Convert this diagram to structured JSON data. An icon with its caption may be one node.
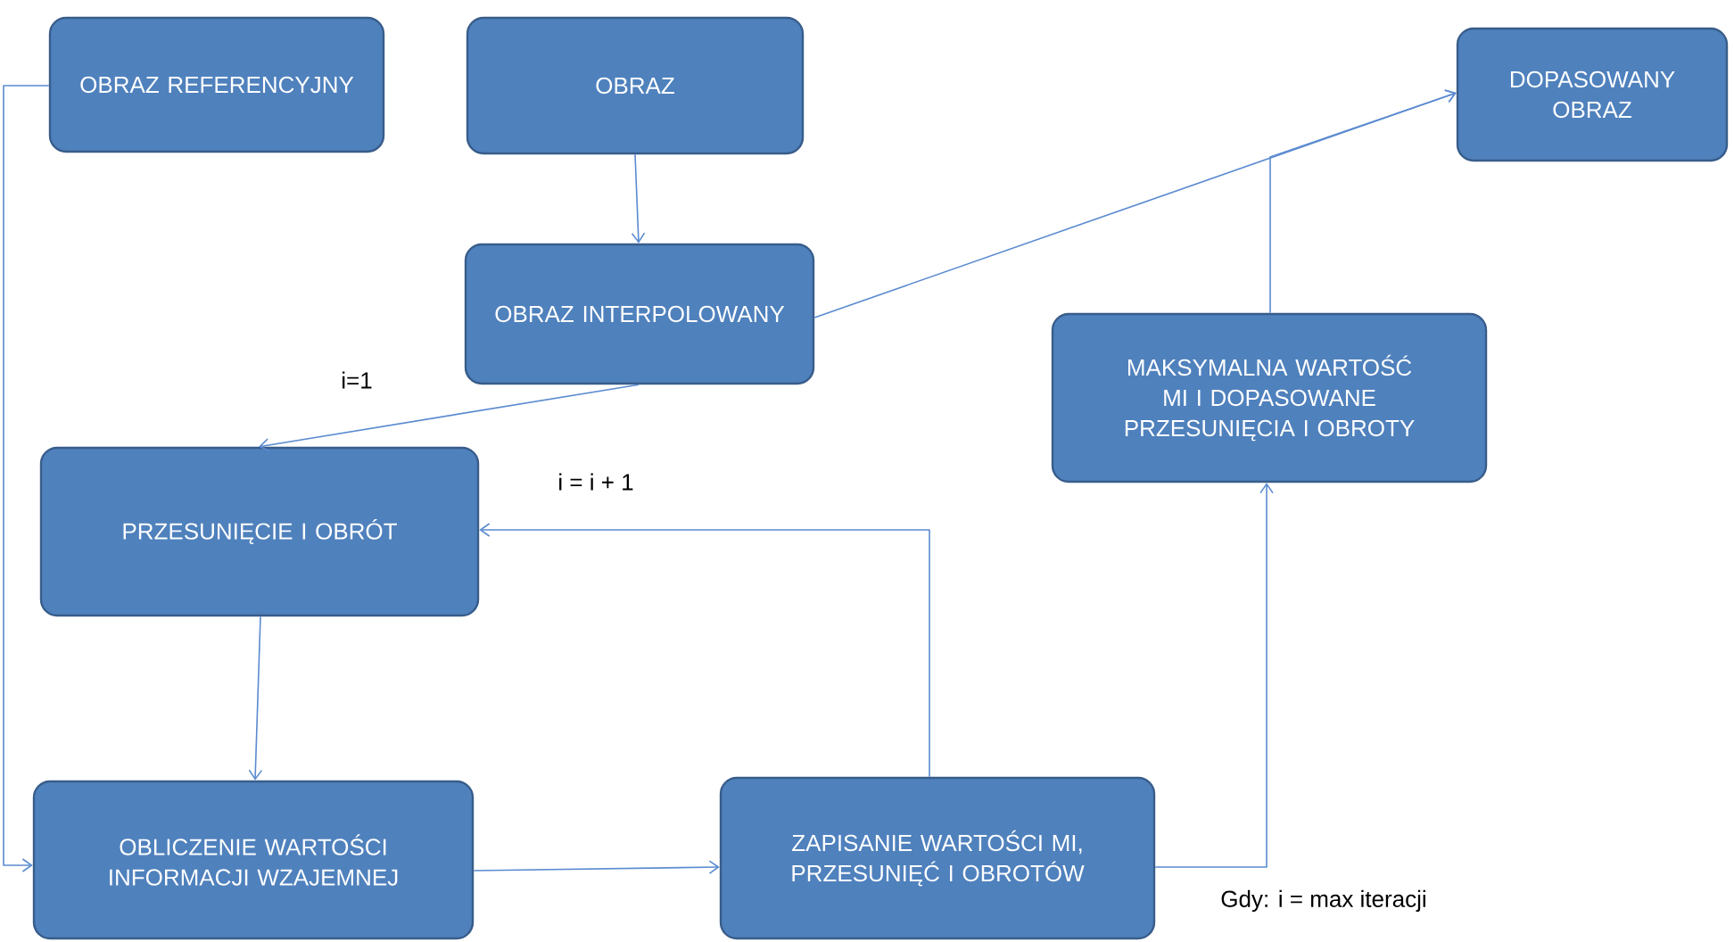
{
  "diagram": {
    "nodes": [
      {
        "text": [
          "OBRAZ REFERENCYJNY"
        ]
      },
      {
        "text": [
          "OBRAZ"
        ]
      },
      {
        "text": [
          "OBRAZ INTERPOLOWANY"
        ]
      },
      {
        "text": [
          "DOPASOWANY OBRAZ"
        ]
      },
      {
        "text": [
          "MAKSYMALNA WARTOŚĆ MI I DOPASOWANE PRZESUNIĘCIA I OBROTY"
        ]
      },
      {
        "text": [
          "PRZESUNIĘCIE I OBRÓT"
        ]
      },
      {
        "text": [
          "OBLICZENIE WARTOŚCI INFORMACJI WZAJEMNEJ"
        ]
      },
      {
        "text": [
          "ZAPISANIE WARTOŚCI MI, PRZESUNIĘĆ I OBROTÓW"
        ]
      }
    ],
    "edges": [
      {
        "from": 0,
        "to": 6,
        "arrow": "to"
      },
      {
        "from": 1,
        "to": 2,
        "arrow": "to"
      },
      {
        "from": 2,
        "to": 3,
        "arrow": "to"
      },
      {
        "from": 2,
        "to": 5,
        "arrow": "to",
        "label": "i=1"
      },
      {
        "from": 4,
        "to": 3,
        "arrow": "to"
      },
      {
        "from": 5,
        "to": 6,
        "arrow": "to"
      },
      {
        "from": 6,
        "to": 7,
        "arrow": "to"
      },
      {
        "from": 7,
        "to": 5,
        "arrow": "to",
        "label": "i = i + 1"
      },
      {
        "from": 7,
        "to": 4,
        "arrow": "to",
        "label": "Gdy: i = max iteracji"
      }
    ]
  }
}
